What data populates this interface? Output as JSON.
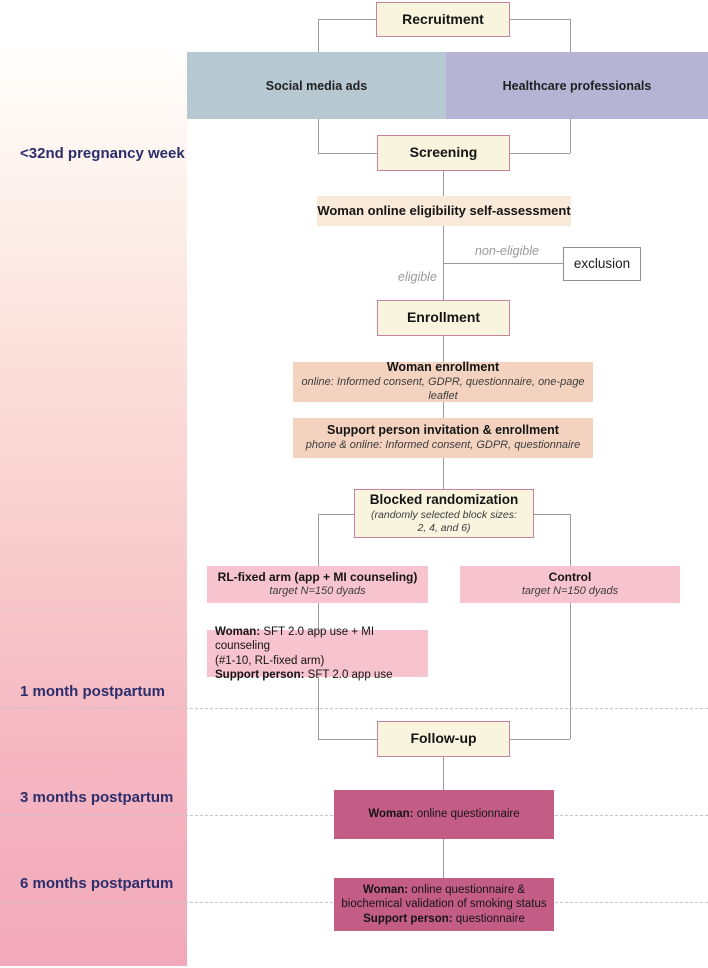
{
  "colors": {
    "cream": "#f8f4de",
    "cream-border": "#c9829b",
    "band-blue": "#b6c9d3",
    "band-lavender": "#b6b4d5",
    "peach-light": "#f8e9d9",
    "peach": "#f3d3c0",
    "pink": "#f7c3ce",
    "pink-dark": "#c45d85",
    "strip-pink": "#f2a9ba",
    "timeline-text": "#2b2e6b",
    "line": "#9b9b9b"
  },
  "timeline": {
    "labels": [
      {
        "text": "<32nd pregnancy week"
      },
      {
        "text": "1 month postpartum"
      },
      {
        "text": "3 months postpartum"
      },
      {
        "text": "6 months postpartum"
      }
    ]
  },
  "flow": {
    "recruitment": {
      "title": "Recruitment"
    },
    "sources": {
      "social": "Social media ads",
      "healthcare": "Healthcare professionals"
    },
    "screening": {
      "title": "Screening"
    },
    "eligibility": {
      "title": "Woman online eligibility self-assessment"
    },
    "edges": {
      "non_eligible": "non-eligible",
      "eligible": "eligible"
    },
    "exclusion": {
      "title": "exclusion"
    },
    "enrollment": {
      "title": "Enrollment"
    },
    "woman_enrollment": {
      "title": "Woman enrollment",
      "detail": "online: Informed consent, GDPR, questionnaire, one-page leaflet"
    },
    "support_enrollment": {
      "title": "Support person invitation & enrollment",
      "detail": "phone & online: Informed consent, GDPR, questionnaire"
    },
    "randomization": {
      "title": "Blocked randomization",
      "detail1": "(randomly selected block sizes:",
      "detail2": "2, 4, and 6)"
    },
    "rl_arm": {
      "title": "RL-fixed arm (app + MI counseling)",
      "detail": "target N=150 dyads"
    },
    "control_arm": {
      "title": "Control",
      "detail": "target N=150 dyads"
    },
    "intervention": {
      "l1b": "Woman:",
      "l1": " SFT 2.0 app use + MI counseling",
      "l2": "(#1-10, RL-fixed arm)",
      "l3b": "Support person:",
      "l3": " SFT 2.0 app use"
    },
    "followup": {
      "title": "Follow-up"
    },
    "fu3": {
      "l1b": "Woman:",
      "l1": " online questionnaire"
    },
    "fu6": {
      "l1b": "Woman:",
      "l1": " online questionnaire &",
      "l2": "biochemical validation of smoking status",
      "l3b": "Support person:",
      "l3": " questionnaire"
    }
  }
}
